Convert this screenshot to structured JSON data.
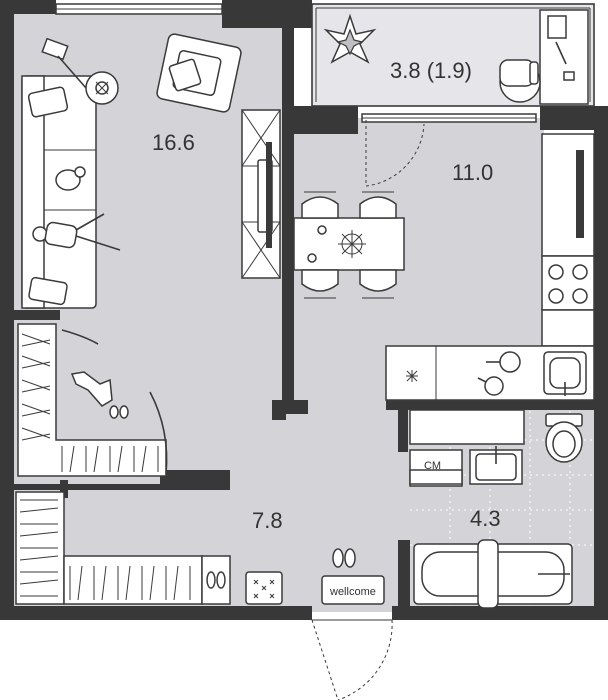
{
  "rooms": {
    "living_area": "16.6",
    "balcony_area": "3.8 (1.9)",
    "kitchen_area": "11.0",
    "hall_area": "7.8",
    "bath_area": "4.3"
  },
  "labels": {
    "washer": "СМ",
    "doormat": "wellcome"
  },
  "colors": {
    "wall": "#383838",
    "floor": "#d4d4d8",
    "background": "#ffffff"
  }
}
